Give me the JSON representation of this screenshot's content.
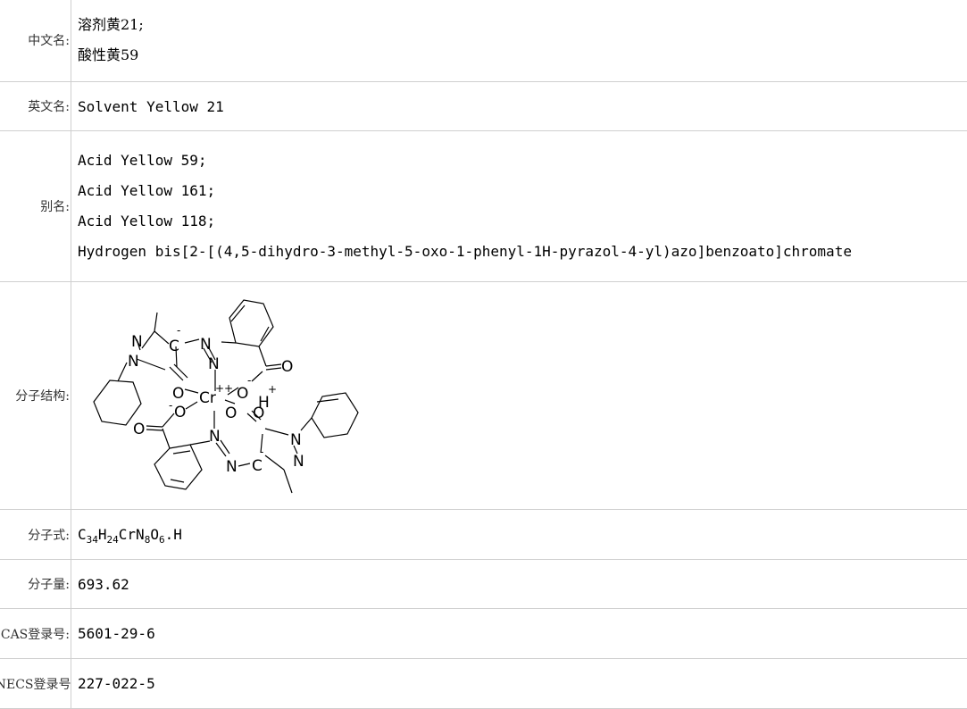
{
  "rows": {
    "cn_name": {
      "label": "中文名:",
      "values": [
        "溶剂黄21;",
        "酸性黄59"
      ]
    },
    "en_name": {
      "label": "英文名:",
      "value": "Solvent Yellow 21"
    },
    "alias": {
      "label": "别名:",
      "values": [
        "Acid Yellow 59;",
        "Acid Yellow 161;",
        "Acid Yellow 118;",
        "Hydrogen bis[2-[(4,5-dihydro-3-methyl-5-oxo-1-phenyl-1H-pyrazol-4-yl)azo]benzoato]chromate"
      ]
    },
    "structure": {
      "label": "分子结构:"
    },
    "formula": {
      "label": "分子式:",
      "parts": [
        "C",
        "34",
        "H",
        "24",
        "CrN",
        "8",
        "O",
        "6",
        ".H"
      ]
    },
    "weight": {
      "label": "分子量:",
      "value": "693.62"
    },
    "cas": {
      "label": "CAS登录号:",
      "value": "5601-29-6"
    },
    "einecs": {
      "label": "EINECS登录号:",
      "value": "227-022-5"
    }
  },
  "structure_atoms": {
    "n": "N",
    "c": "C",
    "o": "O",
    "cr": "Cr",
    "h": "H",
    "minus": "-",
    "plus": "+",
    "double_plus": "++"
  }
}
